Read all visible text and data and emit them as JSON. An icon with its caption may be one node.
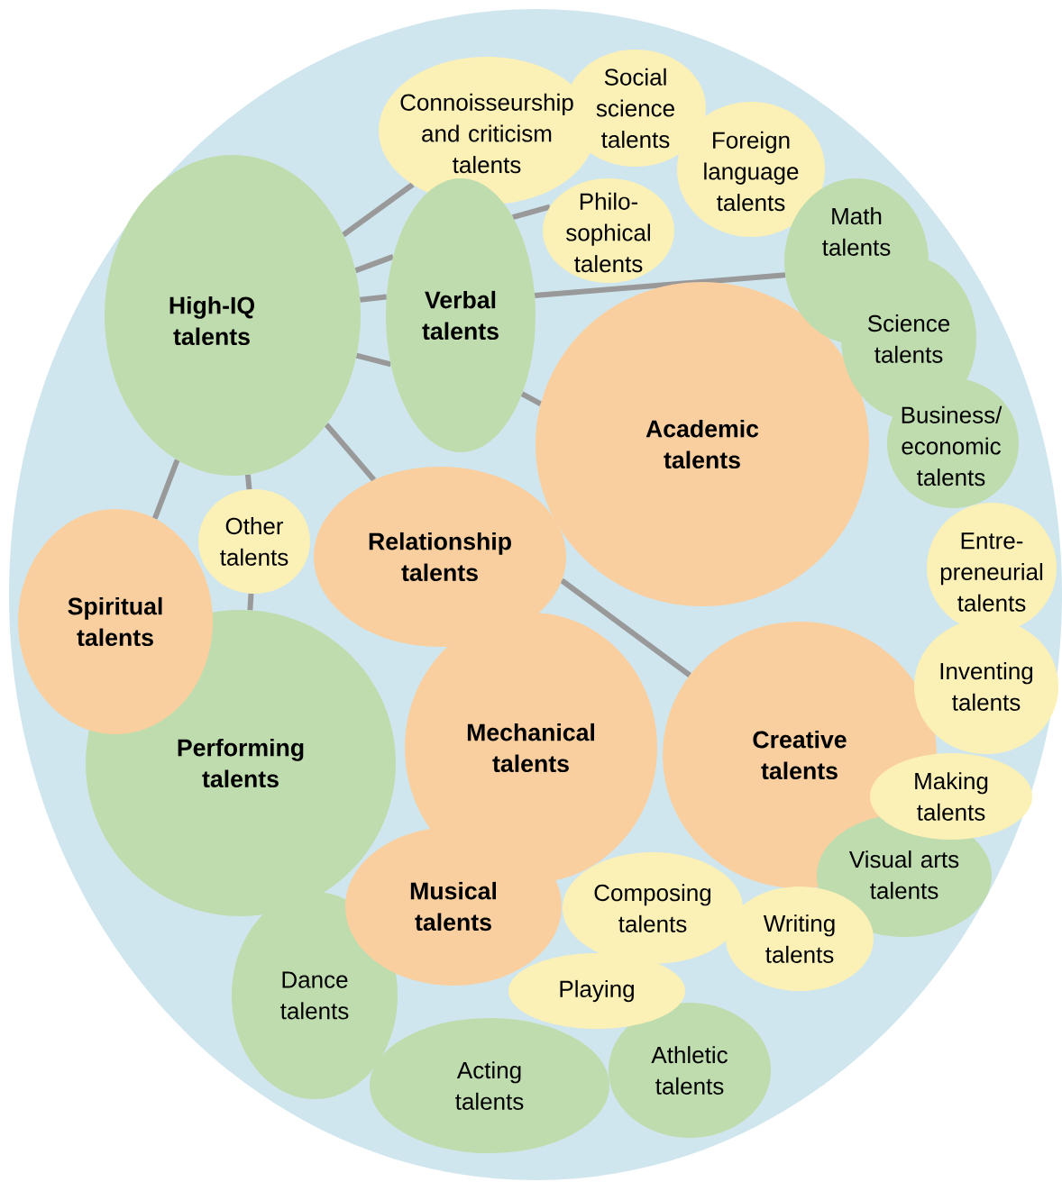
{
  "diagram": {
    "nodes": [
      {
        "text": [
          "Connoisseurship and criticism talents"
        ]
      },
      {
        "text": [
          "Social science talents"
        ]
      },
      {
        "text": [
          "Foreign language talents"
        ]
      },
      {
        "text": [
          "High-IQ talents"
        ]
      },
      {
        "text": [
          "Verbal talents"
        ]
      },
      {
        "text": [
          "Philo- sophical talents"
        ]
      },
      {
        "text": [
          "Math talents"
        ]
      },
      {
        "text": [
          "Science talents"
        ]
      },
      {
        "text": [
          "Business/ economic talents"
        ]
      },
      {
        "text": [
          "Academic talents"
        ]
      },
      {
        "text": [
          "Other talents"
        ]
      },
      {
        "text": [
          "Relationship talents"
        ]
      },
      {
        "text": [
          "Entre- preneurial talents"
        ]
      },
      {
        "text": [
          "Spiritual talents"
        ]
      },
      {
        "text": [
          "Performing talents"
        ]
      },
      {
        "text": [
          "Mechanical talents"
        ]
      },
      {
        "text": [
          "Inventing talents"
        ]
      },
      {
        "text": [
          "Creative talents"
        ]
      },
      {
        "text": [
          "Making talents"
        ]
      },
      {
        "text": [
          "Visual arts talents"
        ]
      },
      {
        "text": [
          "Musical talents"
        ]
      },
      {
        "text": [
          "Composing talents"
        ]
      },
      {
        "text": [
          "Writing talents"
        ]
      },
      {
        "text": [
          "Dance talents"
        ]
      },
      {
        "text": [
          "Playing"
        ]
      },
      {
        "text": [
          "Acting talents"
        ]
      },
      {
        "text": [
          "Athletic talents"
        ]
      }
    ],
    "edges": [
      {
        "from": 3,
        "to": 0,
        "arrow": "none"
      },
      {
        "from": 3,
        "to": 4,
        "arrow": "none"
      },
      {
        "from": 3,
        "to": 4,
        "arrow": "none"
      },
      {
        "from": 3,
        "to": 4,
        "arrow": "none"
      },
      {
        "from": 4,
        "to": 5,
        "arrow": "none"
      },
      {
        "from": 4,
        "to": 6,
        "arrow": "none"
      },
      {
        "from": 4,
        "to": 9,
        "arrow": "none"
      },
      {
        "from": 3,
        "to": 11,
        "arrow": "none"
      },
      {
        "from": 3,
        "to": 13,
        "arrow": "none"
      },
      {
        "from": 3,
        "to": 10,
        "arrow": "none"
      },
      {
        "from": 10,
        "to": 14,
        "arrow": "none"
      },
      {
        "from": 11,
        "to": 17,
        "arrow": "none"
      }
    ]
  }
}
